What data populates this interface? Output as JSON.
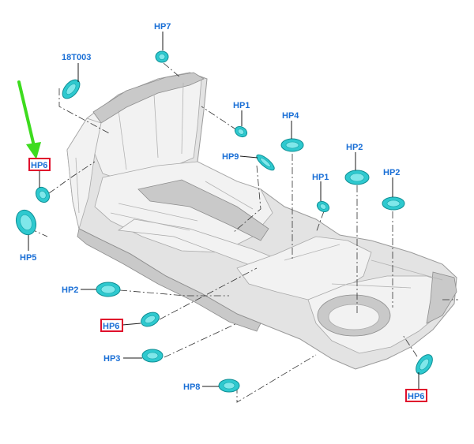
{
  "labels": {
    "l18t003": "18T003",
    "hp7": "HP7",
    "hp1_upper": "HP1",
    "hp4": "HP4",
    "hp9": "HP9",
    "hp2_right_upper": "HP2",
    "hp1_lower": "HP1",
    "hp2_right": "HP2",
    "hp6_left": "HP6",
    "hp5": "HP5",
    "hp2_left": "HP2",
    "hp6_middle": "HP6",
    "hp3": "HP3",
    "hp8": "HP8",
    "hp6_right": "HP6"
  },
  "colors": {
    "plug": "#2ec9cf",
    "label_text": "#1a6fd6",
    "highlight_box": "#e0102c",
    "pointer_arrow": "#3ddc1e"
  },
  "highlighted_labels": [
    "HP6",
    "HP6",
    "HP6"
  ]
}
